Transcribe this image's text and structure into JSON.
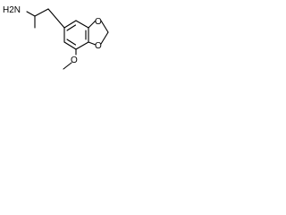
{
  "structure": {
    "atoms": {
      "amine": "H2N",
      "ether_o_upper": "O",
      "ether_o_lower": "O",
      "methoxy_o": "O"
    }
  },
  "colors": {
    "bond": "#000000",
    "text": "#000000",
    "background": "#ffffff"
  }
}
